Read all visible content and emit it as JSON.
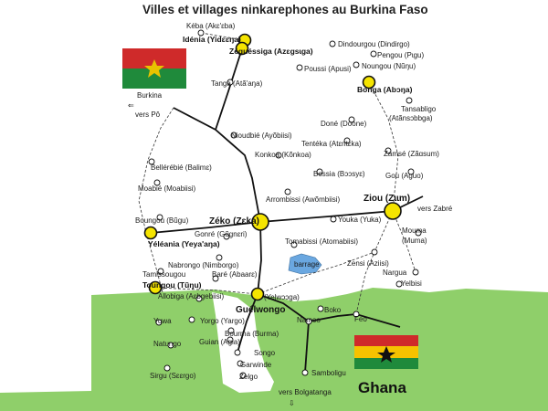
{
  "title": "Villes et villages ninkarephones au Burkina Faso",
  "labels": {
    "burkina": "Burkina",
    "vers_po_arrow": "⇐",
    "vers_po": "vers Pô",
    "ghana": "Ghana",
    "vers_zabre": "vers Zabré",
    "vers_bolgatanga": "vers Bolgatanga",
    "down_arrow": "⇩",
    "barrage": "barrage"
  },
  "places": [
    {
      "id": "keba",
      "text": "Kéba (Akɛ'ɛba)",
      "kind": "village"
    },
    {
      "id": "idenia",
      "text": "Idénia (Yidɛɛŋa)",
      "kind": "town"
    },
    {
      "id": "zeguessiga",
      "text": "Zéguéssiga (Azɛgsɩga)",
      "kind": "town"
    },
    {
      "id": "dindourgou",
      "text": "Dindourgou (Dindirgo)",
      "kind": "village"
    },
    {
      "id": "pengou",
      "text": "Pengou (Pɩgu)",
      "kind": "village"
    },
    {
      "id": "poussi",
      "text": "Poussi (Apusi)",
      "kind": "village"
    },
    {
      "id": "noungou",
      "text": "Noungou (Nũŋu)",
      "kind": "village"
    },
    {
      "id": "tanga",
      "text": "Tanga (Atã'aŋa)",
      "kind": "village"
    },
    {
      "id": "bonga",
      "text": "Bonga (Abɔŋa)",
      "kind": "town"
    },
    {
      "id": "tansabligo",
      "text": "Tansabligo",
      "kind": "village"
    },
    {
      "id": "atansobbga",
      "text": "(Atãnsɔbbga)",
      "kind": "label"
    },
    {
      "id": "done",
      "text": "Doné (Doone)",
      "kind": "village"
    },
    {
      "id": "nioudbie",
      "text": "Nioudbié (Ayõbiisi)",
      "kind": "village"
    },
    {
      "id": "senteka",
      "text": "Tentéka (Atɛntɛka)",
      "kind": "village"
    },
    {
      "id": "zamse",
      "text": "Zamsé (Zãɑsum)",
      "kind": "village"
    },
    {
      "id": "konkoa",
      "text": "Konkoa (Kõnkoa)",
      "kind": "village"
    },
    {
      "id": "bellerebie",
      "text": "Bellérébié (Balimɛ)",
      "kind": "village"
    },
    {
      "id": "bossia",
      "text": "Bossia (Bɔɔsyɛ)",
      "kind": "village"
    },
    {
      "id": "gou",
      "text": "Gou (Aguo)",
      "kind": "village"
    },
    {
      "id": "moabie",
      "text": "Moabié (Moabiisi)",
      "kind": "village"
    },
    {
      "id": "arrombissi",
      "text": "Arrombissi (Awõmbiisi)",
      "kind": "village"
    },
    {
      "id": "ziou",
      "text": "Ziou (Zɩɩm)",
      "kind": "town"
    },
    {
      "id": "zeko",
      "text": "Zéko (Zɛka)",
      "kind": "town"
    },
    {
      "id": "boungou",
      "text": "Boungou (Bũgu)",
      "kind": "village"
    },
    {
      "id": "youka",
      "text": "Youka (Yuka)",
      "kind": "village"
    },
    {
      "id": "gonre",
      "text": "Gonré (Gũgnɛri)",
      "kind": "village"
    },
    {
      "id": "yeleania",
      "text": "Yéléania (Yeya'aŋa)",
      "kind": "town"
    },
    {
      "id": "mouma",
      "text": "Mouma",
      "kind": "village"
    },
    {
      "id": "muma",
      "text": "(Muma)",
      "kind": "label"
    },
    {
      "id": "tomabissi",
      "text": "Tomabissi (Atomabiisi)",
      "kind": "village"
    },
    {
      "id": "nabrongo",
      "text": "Nabrongo (Nimborgo)",
      "kind": "village"
    },
    {
      "id": "zensi",
      "text": "Zensi (Aziisi)",
      "kind": "village"
    },
    {
      "id": "tamissougou",
      "text": "Tamissougou",
      "kind": "village"
    },
    {
      "id": "bare",
      "text": "Baré (Abaarɛ)",
      "kind": "village"
    },
    {
      "id": "nargua",
      "text": "Nargua",
      "kind": "village"
    },
    {
      "id": "toungou",
      "text": "Toungou (Tũŋu)",
      "kind": "town"
    },
    {
      "id": "yelbisi",
      "text": "Yelbisi",
      "kind": "village"
    },
    {
      "id": "allobiga",
      "text": "Allobiga (Aɛbgebiisi)",
      "kind": "village"
    },
    {
      "id": "yelwoaga",
      "text": "(Yelwɔɔga)",
      "kind": "label"
    },
    {
      "id": "guelwongo",
      "text": "Guélwongo",
      "kind": "town"
    },
    {
      "id": "boko",
      "text": "Boko",
      "kind": "village"
    },
    {
      "id": "yuwa",
      "text": "Yuwa",
      "kind": "village"
    },
    {
      "id": "namoo",
      "text": "Namoo",
      "kind": "village"
    },
    {
      "id": "feo",
      "text": "Feo",
      "kind": "village"
    },
    {
      "id": "yorgo",
      "text": "Yorgo (Yargo)",
      "kind": "village"
    },
    {
      "id": "bourma",
      "text": "Bourma (Burma)",
      "kind": "village"
    },
    {
      "id": "natungo",
      "text": "Natungo",
      "kind": "village"
    },
    {
      "id": "guian",
      "text": "Guian (Agia)",
      "kind": "village"
    },
    {
      "id": "songo",
      "text": "Songo",
      "kind": "village"
    },
    {
      "id": "garwinde",
      "text": "Garwinde",
      "kind": "village"
    },
    {
      "id": "samboligu",
      "text": "Samboligu",
      "kind": "village"
    },
    {
      "id": "sirgu",
      "text": "Sirgu (Sɛɛrgo)",
      "kind": "village"
    },
    {
      "id": "zelgo",
      "text": "Zelgo",
      "kind": "village"
    }
  ],
  "colors": {
    "ghana_land": "#8fcf6a",
    "town_fill": "#f5e400",
    "water": "#6aa7e0",
    "flag_red": "#cf2a2a",
    "flag_green": "#1f8a3b",
    "flag_yellow": "#f6c200",
    "star": "#e8c200",
    "star_black": "#111111"
  }
}
